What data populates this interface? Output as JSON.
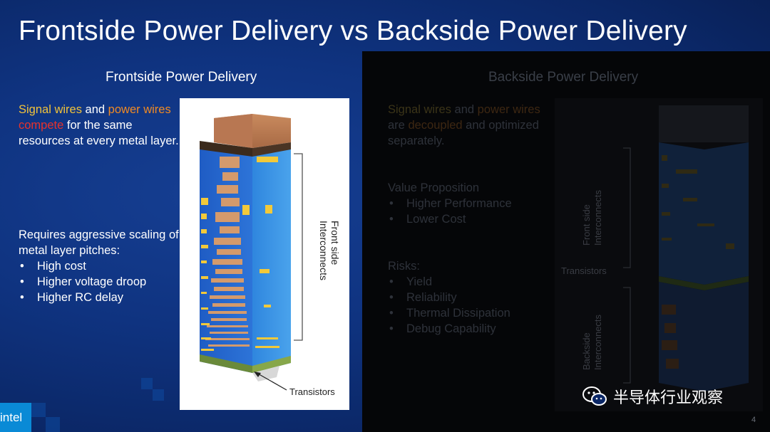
{
  "slide": {
    "title": "Frontside Power Delivery vs Backside Power Delivery",
    "page_number": "4"
  },
  "left": {
    "heading": "Frontside Power Delivery",
    "intro": {
      "part1": "Signal wires",
      "part2": " and ",
      "part3": "power wires",
      "part4": " ",
      "part5": "compete",
      "part6": " for the same resources at every metal layer."
    },
    "requires": "Requires aggressive scaling of metal layer pitches:",
    "bullets": [
      "High cost",
      "Higher voltage droop",
      "Higher RC delay"
    ],
    "figure": {
      "interconnect_label_line1": "Front side",
      "interconnect_label_line2": "Interconnects",
      "transistors_label": "Transistors"
    }
  },
  "right": {
    "heading": "Backside Power Delivery",
    "intro": {
      "part1": "Signal wires",
      "part2": " and ",
      "part3": "power wires",
      "part4": " are ",
      "part5": "decoupled",
      "part6": " and optimized separately."
    },
    "value_heading": "Value Proposition",
    "value_bullets": [
      "Higher Performance",
      "Lower Cost"
    ],
    "risk_heading": "Risks:",
    "risk_bullets": [
      "Yield",
      "Reliability",
      "Thermal Dissipation",
      "Debug Capability"
    ],
    "figure": {
      "front_label_line1": "Front side",
      "front_label_line2": "Interconnects",
      "transistors_label": "Transistors",
      "back_label_line1": "Backside",
      "back_label_line2": "Interconnects"
    }
  },
  "branding": {
    "logo_text": "intel",
    "watermark_text": "半导体行业观察"
  },
  "colors": {
    "signal": "#f0c23b",
    "power": "#f08a24",
    "highlight": "#e8322b",
    "background": "#0f3380"
  }
}
